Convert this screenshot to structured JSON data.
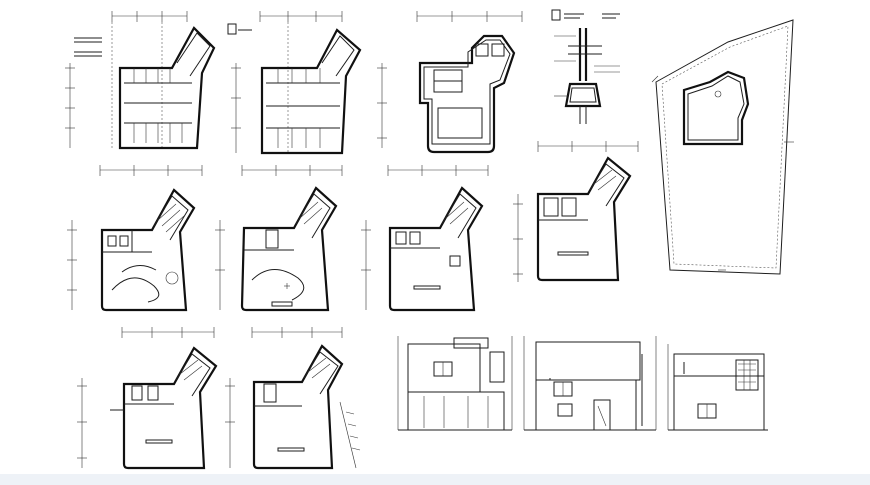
{
  "sheet": {
    "background": "#ffffff",
    "line_color": "#1e1e1e",
    "bottom_strip_color": "#eef2f7"
  },
  "drawings": [
    {
      "id": "basement-parking-plan-1",
      "kind": "floor-plan"
    },
    {
      "id": "basement-parking-plan-2",
      "kind": "floor-plan"
    },
    {
      "id": "foundation-plan",
      "kind": "floor-plan"
    },
    {
      "id": "section-detail",
      "kind": "detail"
    },
    {
      "id": "site-plan",
      "kind": "site-plan"
    },
    {
      "id": "ground-floor-plan-1",
      "kind": "floor-plan"
    },
    {
      "id": "ground-floor-plan-2",
      "kind": "floor-plan"
    },
    {
      "id": "ground-floor-plan-3",
      "kind": "floor-plan"
    },
    {
      "id": "first-floor-plan",
      "kind": "floor-plan"
    },
    {
      "id": "upper-floor-plan-1",
      "kind": "floor-plan"
    },
    {
      "id": "upper-floor-plan-2",
      "kind": "floor-plan"
    },
    {
      "id": "front-elevation",
      "kind": "elevation"
    },
    {
      "id": "side-elevation",
      "kind": "elevation"
    },
    {
      "id": "rear-elevation",
      "kind": "elevation"
    }
  ]
}
